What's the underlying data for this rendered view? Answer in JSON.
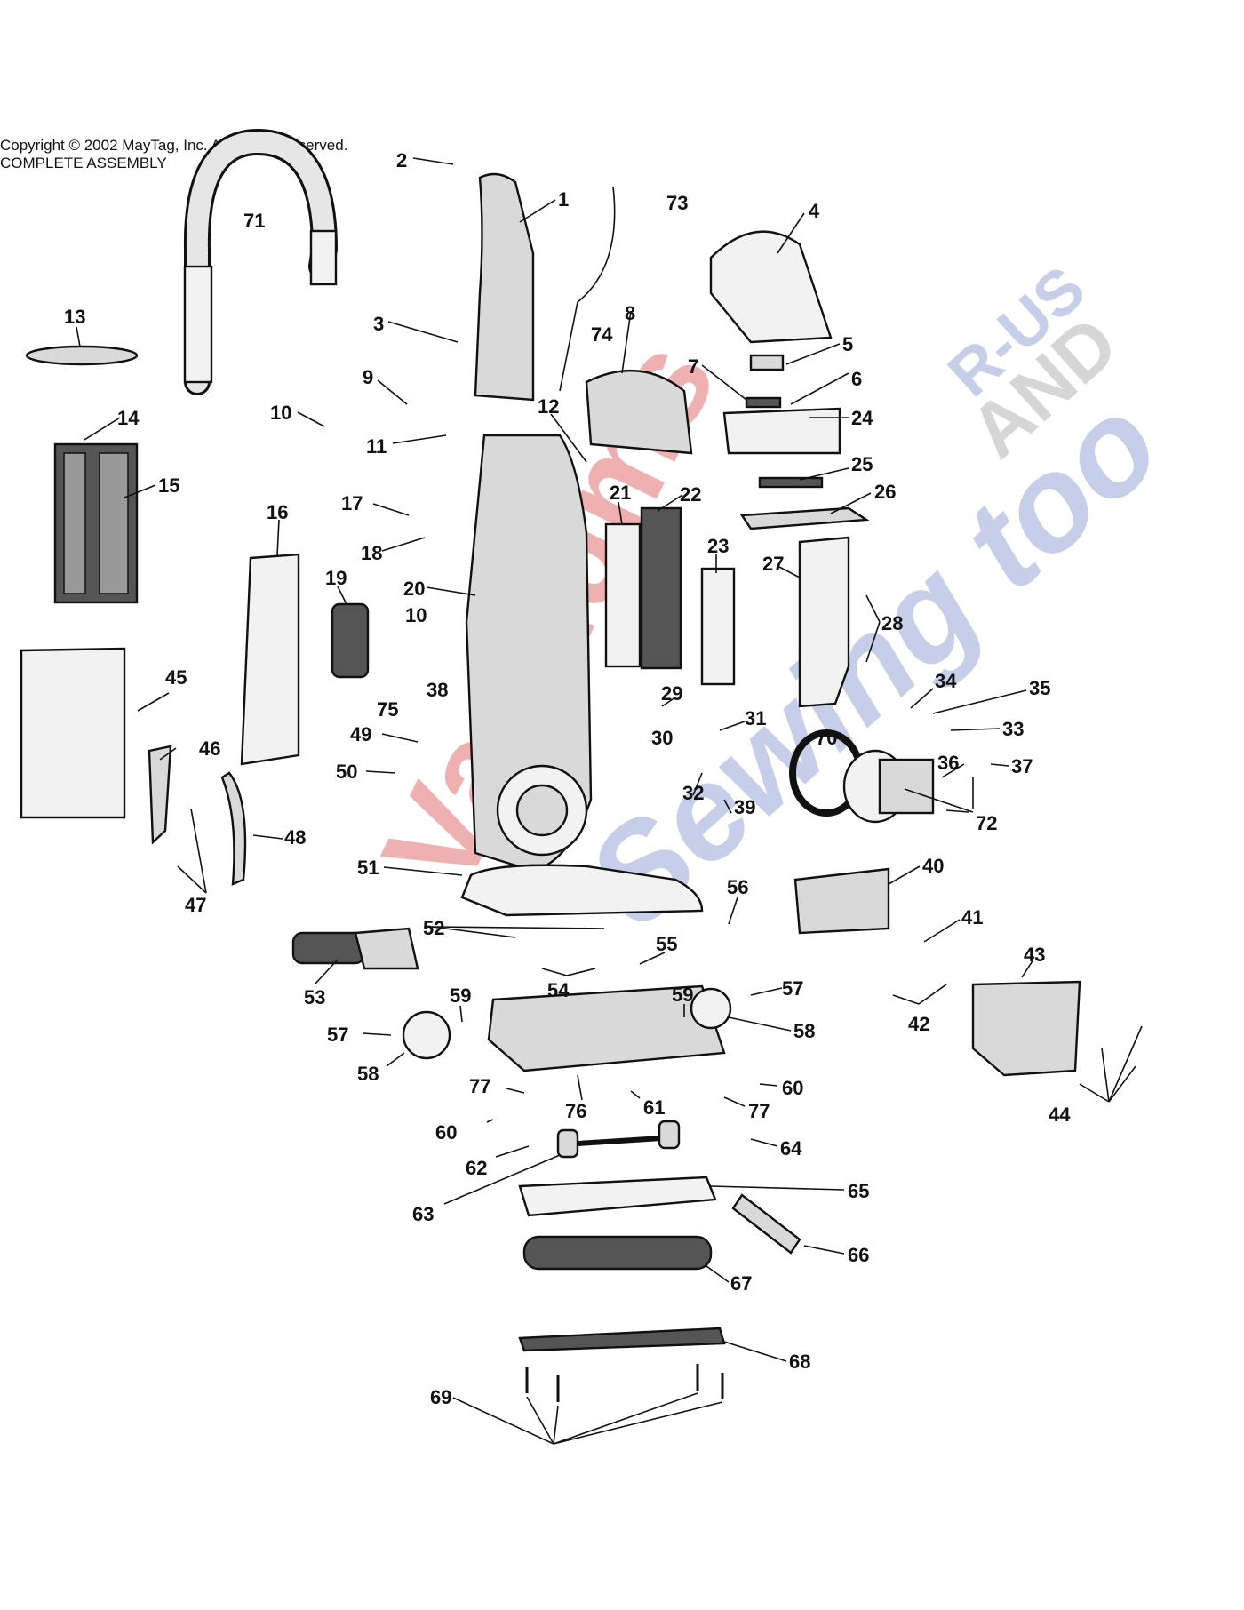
{
  "header": {
    "copyright": "Copyright © 2002 MayTag, Inc. All Rights Reserved.",
    "subtitle": "COMPLETE ASSEMBLY"
  },
  "watermark": {
    "line1": "Vacuums",
    "line2": "R-US",
    "line3": "AND",
    "line4": "Sewing too",
    "color_red": "#e07070",
    "color_blue": "#9aa6d8",
    "color_gray": "#b5b5b5"
  },
  "callouts": {
    "c1": "1",
    "c2": "2",
    "c3": "3",
    "c4": "4",
    "c5": "5",
    "c6": "6",
    "c7": "7",
    "c8": "8",
    "c9": "9",
    "c10a": "10",
    "c10b": "10",
    "c11": "11",
    "c12": "12",
    "c13": "13",
    "c14": "14",
    "c15": "15",
    "c16": "16",
    "c17": "17",
    "c18": "18",
    "c19": "19",
    "c20": "20",
    "c21": "21",
    "c22": "22",
    "c23": "23",
    "c24": "24",
    "c25": "25",
    "c26": "26",
    "c27": "27",
    "c28": "28",
    "c29": "29",
    "c30": "30",
    "c31": "31",
    "c32": "32",
    "c33": "33",
    "c34": "34",
    "c35": "35",
    "c36": "36",
    "c37": "37",
    "c38": "38",
    "c39": "39",
    "c40": "40",
    "c41": "41",
    "c42": "42",
    "c43": "43",
    "c44": "44",
    "c45": "45",
    "c46": "46",
    "c47": "47",
    "c48": "48",
    "c49": "49",
    "c50": "50",
    "c51": "51",
    "c52": "52",
    "c53": "53",
    "c54": "54",
    "c55": "55",
    "c56": "56",
    "c57a": "57",
    "c57b": "57",
    "c58a": "58",
    "c58b": "58",
    "c59a": "59",
    "c59b": "59",
    "c60a": "60",
    "c60b": "60",
    "c61": "61",
    "c62": "62",
    "c63": "63",
    "c64": "64",
    "c65": "65",
    "c66": "66",
    "c67": "67",
    "c68": "68",
    "c69": "69",
    "c70": "70",
    "c71": "71",
    "c72": "72",
    "c73": "73",
    "c74": "74",
    "c75": "75",
    "c76": "76",
    "c77a": "77",
    "c77b": "77"
  }
}
